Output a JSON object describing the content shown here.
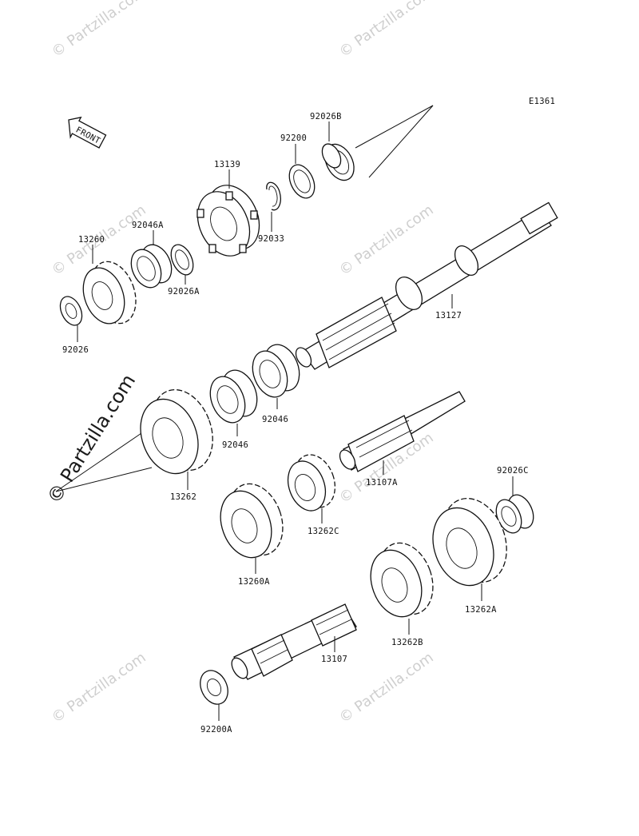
{
  "diagram_id": "E1361",
  "front_label": "FRONT",
  "watermark": "© Partzilla.com",
  "parts": {
    "p92026B": "92026B",
    "p92200": "92200",
    "p13139": "13139",
    "p92033": "92033",
    "p92046A": "92046A",
    "p13260": "13260",
    "p92026A": "92026A",
    "p92026": "92026",
    "p13127": "13127",
    "p92046_1": "92046",
    "p92046_2": "92046",
    "p13262": "13262",
    "p13107A": "13107A",
    "p13262C": "13262C",
    "p92026C": "92026C",
    "p13260A": "13260A",
    "p13262A": "13262A",
    "p13262B": "13262B",
    "p13107": "13107",
    "p92200A": "92200A"
  }
}
